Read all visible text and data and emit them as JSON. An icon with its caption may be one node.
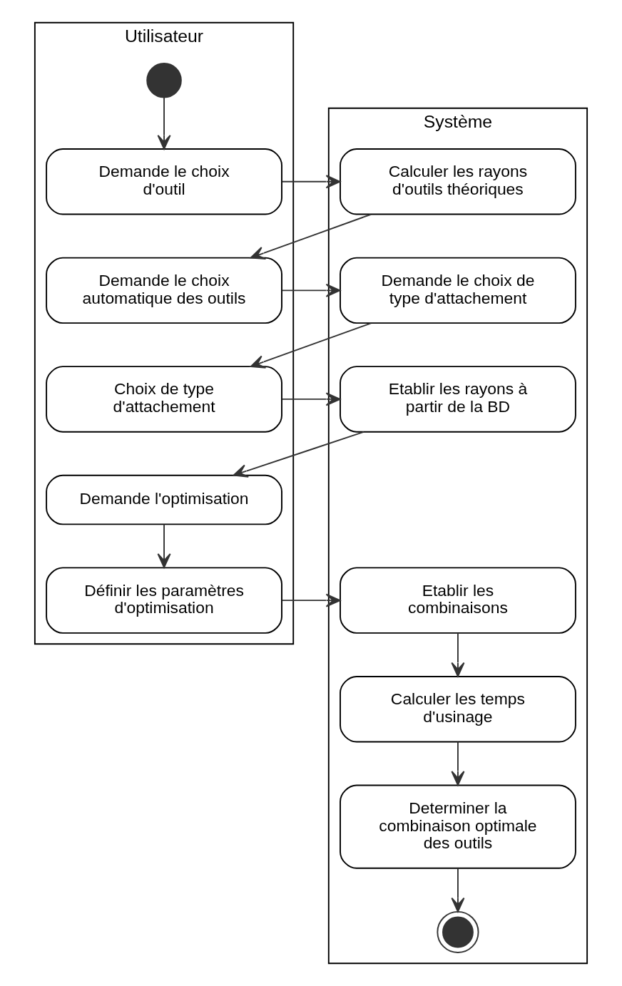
{
  "diagram": {
    "nodes": [
      {
        "text": [
          "Utilisateur"
        ]
      },
      {
        "text": [
          "Système"
        ]
      },
      {
        "text": [],
        "shape": "circle",
        "in": 0
      },
      {
        "text": [
          "Demande le choix d'outil"
        ],
        "in": 0
      },
      {
        "text": [
          "Calculer les rayons d'outils théoriques"
        ],
        "in": 1
      },
      {
        "text": [
          "Demande le choix automatique des outils"
        ],
        "in": 0
      },
      {
        "text": [
          "Demande le choix de type d'attachement"
        ],
        "in": 1
      },
      {
        "text": [
          "Choix de type d'attachement"
        ],
        "in": 0
      },
      {
        "text": [
          "Etablir les rayons à partir de la BD"
        ],
        "in": 1
      },
      {
        "text": [
          "Demande l'optimisation"
        ],
        "in": 0
      },
      {
        "text": [
          "Définir les paramètres d'optimisation"
        ],
        "in": 0
      },
      {
        "text": [
          "Etablir les combinaisons"
        ],
        "in": 1
      },
      {
        "text": [
          "Calculer les temps d'usinage"
        ],
        "in": 1
      },
      {
        "text": [
          "Determiner la combinaison optimale des outils"
        ],
        "in": 1
      },
      {
        "text": [],
        "shape": "bullseye",
        "in": 1
      }
    ],
    "edges": [
      {
        "from": 2,
        "to": 3,
        "arrow": "to"
      },
      {
        "from": 3,
        "to": 4,
        "arrow": "to"
      },
      {
        "from": 4,
        "to": 5,
        "arrow": "to"
      },
      {
        "from": 5,
        "to": 6,
        "arrow": "to"
      },
      {
        "from": 6,
        "to": 7,
        "arrow": "to"
      },
      {
        "from": 7,
        "to": 8,
        "arrow": "to"
      },
      {
        "from": 8,
        "to": 9,
        "arrow": "to"
      },
      {
        "from": 9,
        "to": 10,
        "arrow": "to"
      },
      {
        "from": 10,
        "to": 11,
        "arrow": "to"
      },
      {
        "from": 11,
        "to": 12,
        "arrow": "to"
      },
      {
        "from": 12,
        "to": 13,
        "arrow": "to"
      },
      {
        "from": 13,
        "to": 14,
        "arrow": "to"
      }
    ]
  }
}
